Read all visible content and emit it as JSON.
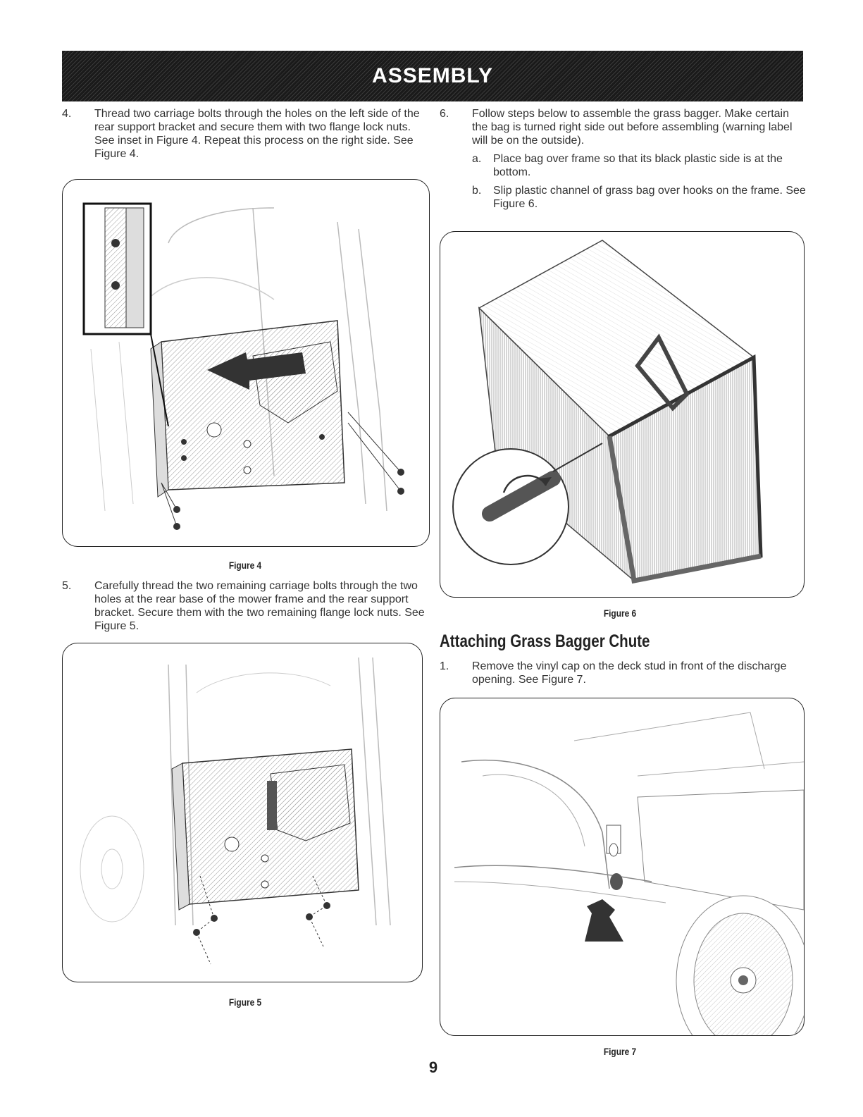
{
  "header": {
    "title": "ASSEMBLY"
  },
  "steps": {
    "s4": {
      "num": "4.",
      "text": "Thread two carriage bolts through the holes on the left side of the rear support bracket and secure them with two flange lock nuts. See inset in Figure 4. Repeat this process on the right side. See Figure 4."
    },
    "s5": {
      "num": "5.",
      "text": "Carefully thread the two remaining carriage bolts through the two holes at the rear base of the mower frame and the rear support bracket. Secure them with the two remaining flange lock nuts. See Figure 5."
    },
    "s6": {
      "num": "6.",
      "text": "Follow steps below to assemble the grass bagger. Make certain the bag is turned right side out before assembling (warning label will be on the outside).",
      "a": {
        "letter": "a.",
        "text": "Place bag over frame so that its black plastic side is at the bottom."
      },
      "b": {
        "letter": "b.",
        "text": "Slip plastic channel of grass bag over hooks on the frame. See Figure 6."
      }
    },
    "c1": {
      "num": "1.",
      "text": "Remove the vinyl cap on the deck stud in front of the discharge opening. See Figure 7."
    }
  },
  "section": {
    "heading": "Attaching Grass Bagger Chute"
  },
  "figures": {
    "f4": {
      "caption": "Figure 4"
    },
    "f5": {
      "caption": "Figure 5"
    },
    "f6": {
      "caption": "Figure 6"
    },
    "f7": {
      "caption": "Figure 7"
    }
  },
  "page": {
    "number": "9"
  }
}
